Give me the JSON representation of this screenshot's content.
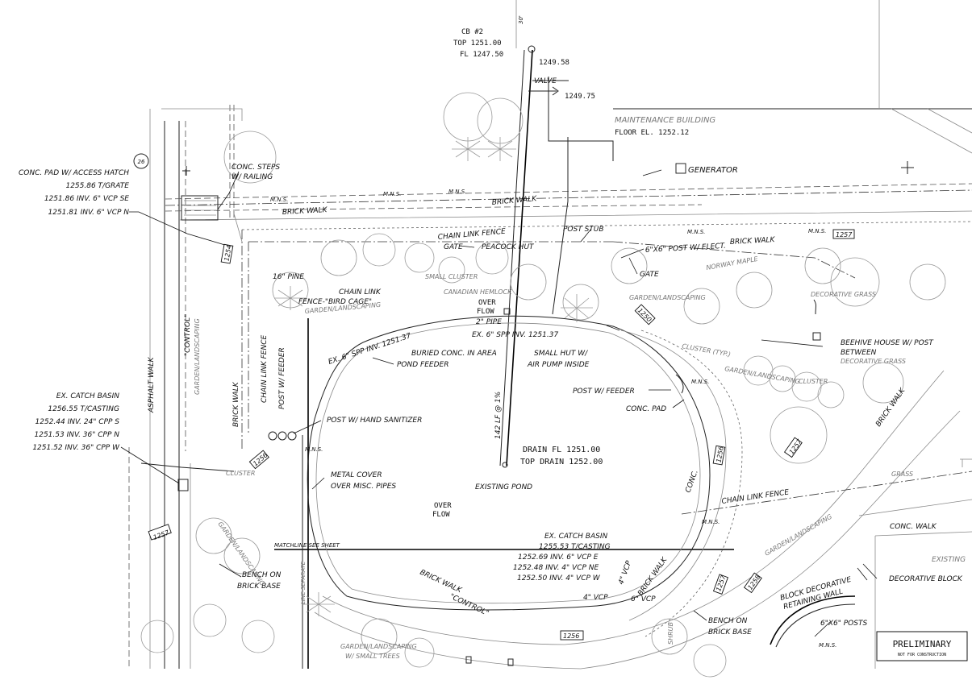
{
  "labels": {
    "cb_title": "CB #2",
    "cb_top": "TOP 1251.00",
    "cb_fl": "FL 1247.50",
    "spot_1249_58": "1249.58",
    "valve": "VALVE",
    "spot_1249_75": "1249.75",
    "maint_building": "MAINTENANCE BUILDING",
    "maint_floor": "FLOOR EL. 1252.12",
    "generator": "GENERATOR",
    "conc_pad_title": "CONC. PAD W/ ACCESS HATCH",
    "conc_pad_tgrate": "1255.86 T/GRATE",
    "conc_pad_inv1": "1251.86 INV. 6\" VCP SE",
    "conc_pad_inv2": "1251.81 INV. 6\" VCP N",
    "conc_steps": "CONC. STEPS",
    "w_railing": "W/ RAILING",
    "brick_walk_1": "BRICK WALK",
    "brick_walk_2": "BRICK WALK",
    "brick_walk_3": "BRICK WALK",
    "brick_walk_4": "BRICK WALK",
    "brick_walk_5": "BRICK WALK",
    "brick_walk_6": "BRICK WALK",
    "brick_walk_7": "BRICK WALK",
    "chain_link_fence_top": "CHAIN LINK FENCE",
    "gate_top": "GATE",
    "peacock_hut": "PEACOCK HUT",
    "post_stub": "POST STUB",
    "post_elect": "6\"X6\" POST W/ ELECT.",
    "gate_right": "GATE",
    "chain_link": "CHAIN LINK",
    "fence_bird_cage": "FENCE-\"BIRD CAGE\"",
    "garden_landscaping_1": "GARDEN/LANDSCAPING",
    "garden_landscaping_2": "GARDEN/LANDSCAPING",
    "garden_landscaping_3": "GARDEN/LANDSCAPING",
    "garden_landscaping_4": "GARDEN/LANDSCAPING",
    "garden_landscaping_5": "GARDEN/LANDSCAPING",
    "garden_small_trees": "GARDEN/LANDSCAPING",
    "small_trees": "W/ SMALL TREES",
    "over_flow_1": "OVER",
    "over_flow_1b": "FLOW",
    "over_flow_2": "OVER",
    "over_flow_2b": "FLOW",
    "pipe_2": "2\" PIPE",
    "ex_spp_left": "EX. 6\" SPP INV. 1251.37",
    "ex_spp_right": "EX. 6\" SPP INV. 1251.37",
    "buried_conc": "BURIED CONC. IN AREA",
    "pond_feeder": "POND FEEDER",
    "small_hut": "SMALL HUT W/",
    "air_pump": "AIR PUMP INSIDE",
    "beehive": "BEEHIVE HOUSE W/ POST",
    "between": "BETWEEN",
    "decorative_grass_1": "DECORATIVE GRASS",
    "decorative_grass_2": "DECORATIVE GRASS",
    "post_feeder_right": "POST W/ FEEDER",
    "conc_pad": "CONC. PAD",
    "post_feeder_left": "POST W/ FEEDER",
    "chain_link_fence_v": "CHAIN LINK FENCE",
    "ex_cb_title": "EX. CATCH BASIN",
    "ex_cb_tcast": "1256.55 T/CASTING",
    "ex_cb_inv1": "1252.44 INV. 24\" CPP S",
    "ex_cb_inv2": "1251.53 INV. 36\" CPP N",
    "ex_cb_inv3": "1251.52 INV. 36\" CPP W",
    "post_sanitizer": "POST W/ HAND SANITIZER",
    "drain_fl": "DRAIN FL 1251.00",
    "top_drain": "TOP DRAIN 1252.00",
    "pipe_142": "142 LF @ 1%",
    "metal_cover": "METAL COVER",
    "over_misc": "OVER MISC. PIPES",
    "existing_pond": "EXISTING POND",
    "asphalt_walk": "ASPHALT WALK",
    "control_1": "\"CONTROL\"",
    "control_2": "\"CONTROL\"",
    "ex_cb2_title": "EX. CATCH BASIN",
    "ex_cb2_tcast": "1255.53 T/CASTING",
    "ex_cb2_inv1": "1252.69 INV. 6\" VCP E",
    "ex_cb2_inv2": "1252.48 INV. 4\" VCP NE",
    "ex_cb2_inv3": "1252.50 INV. 4\" VCP W",
    "vcp_4_a": "4\" VCP",
    "vcp_4_b": "4\" VCP",
    "vcp_6": "6\" VCP",
    "chain_link_fence_bottom": "CHAIN LINK FENCE",
    "conc_walk": "CONC. WALK",
    "existing": "EXISTING",
    "decorative_block": "DECORATIVE BLOCK",
    "block_decorative": "BLOCK DECORATIVE",
    "retaining_wall": "RETAINING WALL",
    "posts_6x6": "6\"X6\" POSTS",
    "bench_left_1": "BENCH ON",
    "bench_left_2": "BRICK BASE",
    "bench_right_1": "BENCH ON",
    "bench_right_2": "BRICK BASE",
    "grass": "GRASS",
    "cluster_1": "CLUSTER (TYP.)",
    "cluster_2": "CLUSTER",
    "cluster_3": "CLUSTER",
    "small_cluster": "SMALL CLUSTER",
    "canadian_hemlock": "CANADIAN HEMLOCK",
    "norway_maple": "NORWAY MAPLE",
    "pine_16": "16\" PINE",
    "mns": "M.N.S.",
    "conc": "CONC.",
    "shrub": "SHRUB",
    "elev_1257_a": "1257",
    "elev_1257_b": "1257",
    "elev_1257_c": "1257",
    "elev_1257_d": "1257",
    "elev_1256_a": "1256",
    "elev_1256_b": "1256",
    "elev_1256_c": "1256",
    "elev_1258": "1258",
    "elev_1254": "1254",
    "elev_1250": "1250",
    "badge_26": "26",
    "dim_30": "30'",
    "prelim_title": "PRELIMINARY",
    "prelim_sub": "NOT FOR CONSTRUCTION"
  }
}
